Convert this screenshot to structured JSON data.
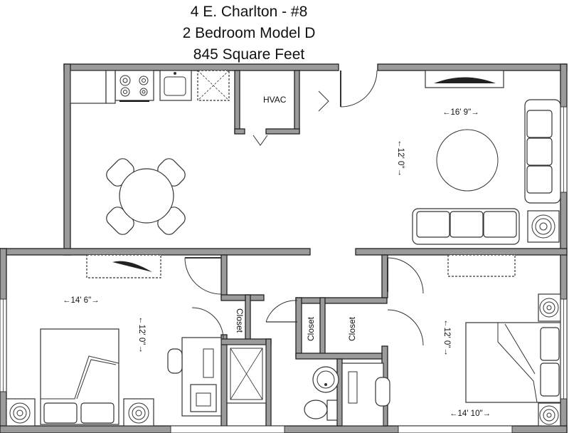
{
  "title": {
    "address": "4 E. Charlton - #8",
    "model": "2 Bedroom Model D",
    "area": "845 Square Feet"
  },
  "labels": {
    "hvac": "HVAC",
    "closet": "Closet"
  },
  "dimensions": {
    "living_width": "←16' 9\"→",
    "living_depth": "←12' 0\"→",
    "bedroom1_width": "←14' 6\"→",
    "bedroom1_depth": "←12' 0\"→",
    "bedroom2_width": "←14' 10\"→",
    "bedroom2_depth": "←12' 0\"→"
  }
}
